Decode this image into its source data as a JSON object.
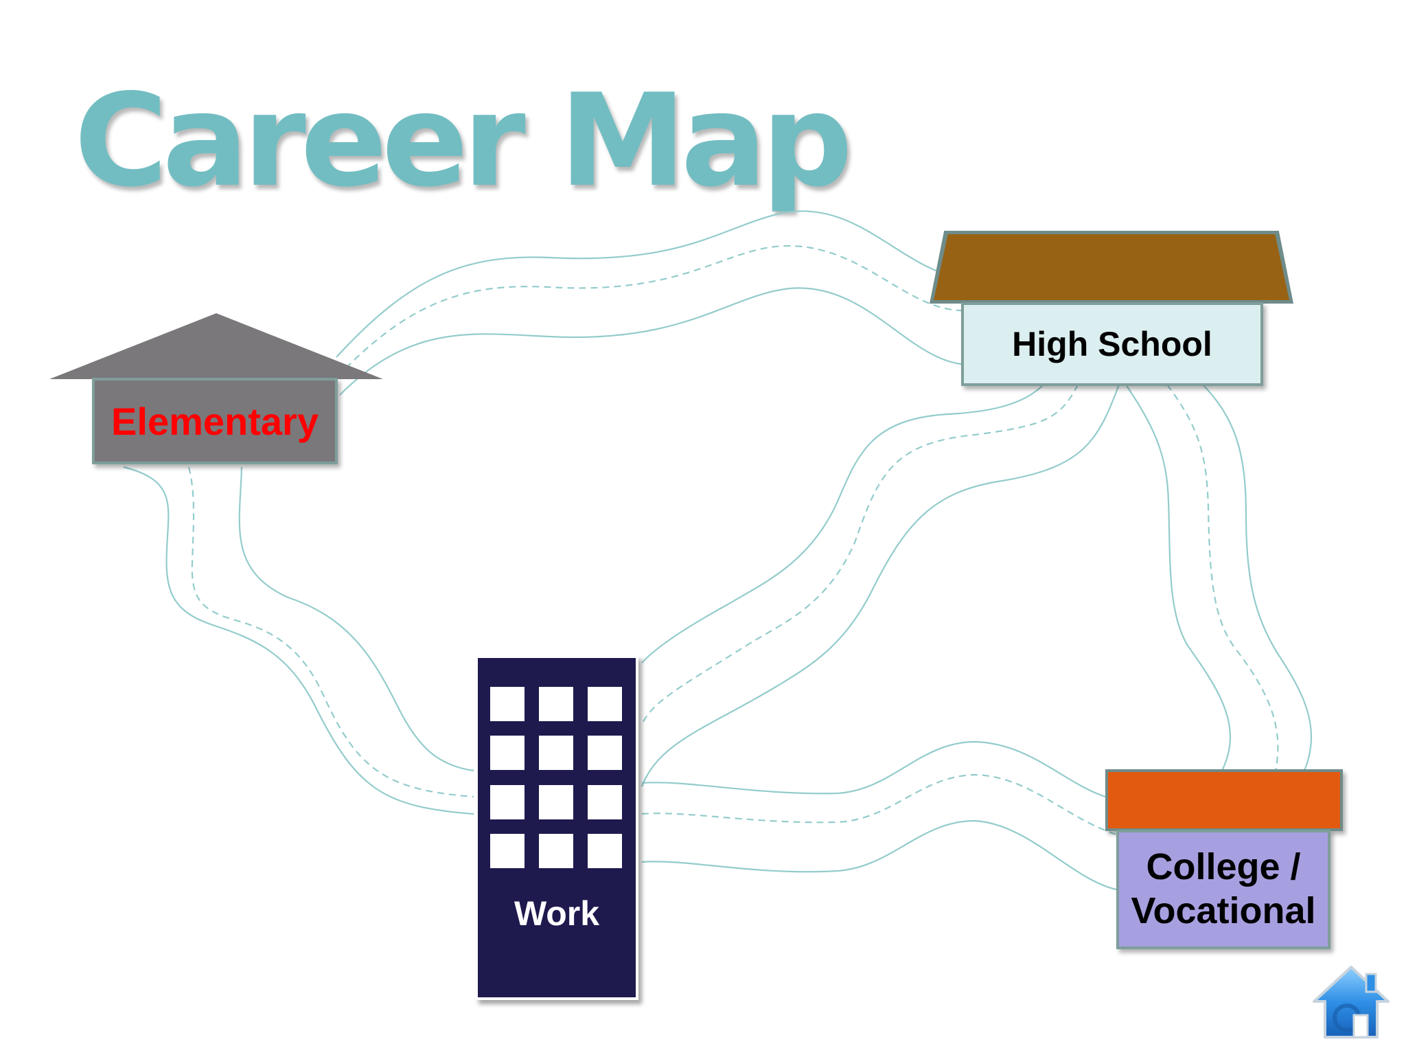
{
  "slide": {
    "title": "Career Map"
  },
  "nodes": {
    "elementary": {
      "label": "Elementary",
      "text_color": "#ff0000",
      "fill": "#7a787b"
    },
    "high_school": {
      "label": "High School",
      "roof_color": "#986215",
      "fill": "#dbeef0"
    },
    "work": {
      "label": "Work",
      "fill": "#1e1a4e"
    },
    "college": {
      "label_line1": "College /",
      "label_line2": "Vocational",
      "roof_color": "#e25a0f",
      "fill": "#a7a0e0"
    }
  },
  "paths": [
    {
      "from": "Elementary",
      "to": "High School"
    },
    {
      "from": "Elementary",
      "to": "Work"
    },
    {
      "from": "High School",
      "to": "Work"
    },
    {
      "from": "High School",
      "to": "College / Vocational"
    },
    {
      "from": "Work",
      "to": "College / Vocational"
    }
  ],
  "colors": {
    "title": "#72bdc2",
    "road": "#93cccb"
  },
  "home_button": {
    "icon": "home-icon"
  }
}
